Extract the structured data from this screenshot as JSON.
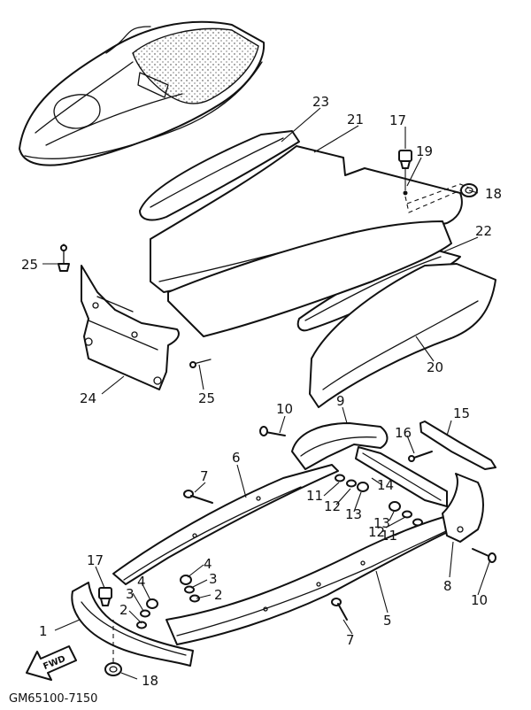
{
  "diagram": {
    "callouts": [
      "1",
      "2",
      "3",
      "4",
      "5",
      "6",
      "7",
      "8",
      "9",
      "10",
      "11",
      "12",
      "13",
      "14",
      "15",
      "16",
      "17",
      "18",
      "19",
      "20",
      "21",
      "22",
      "23",
      "24",
      "25"
    ],
    "fwd_label": "FWD",
    "drawing_code": "GM65100-7150"
  }
}
